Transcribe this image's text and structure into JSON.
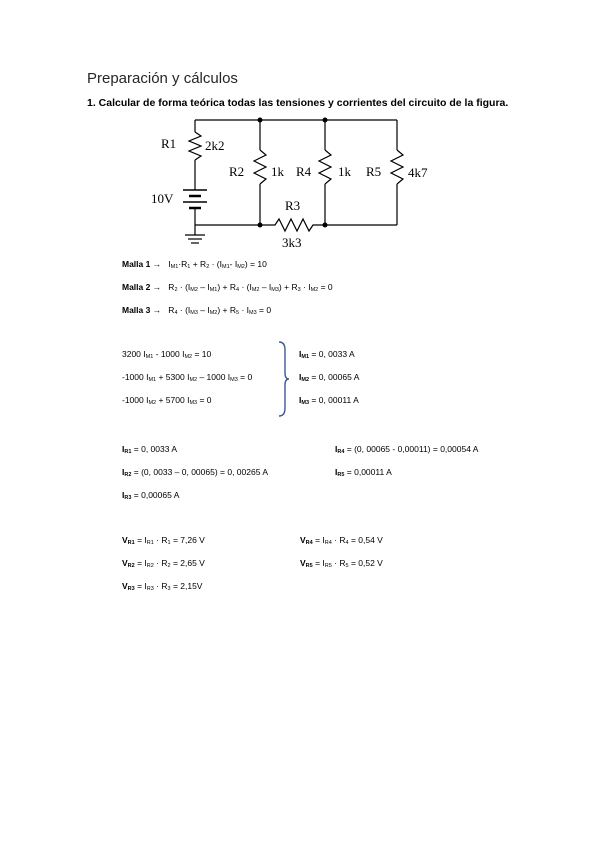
{
  "heading": "Preparación y cálculos",
  "question": "1. Calcular de forma teórica todas las tensiones y corrientes del circuito de la figura.",
  "circuit": {
    "labels": {
      "r1": "R1",
      "r1_value": "2k2",
      "r2": "R2",
      "r2_value": "1k",
      "r4": "R4",
      "r4_value": "1k",
      "r5": "R5",
      "r5_value": "4k7",
      "r3": "R3",
      "r3_value": "3k3",
      "source": "10V"
    }
  },
  "mesh_equations": [
    {
      "label": "Malla 1 →",
      "expr": ""
    },
    {
      "label": "Malla 2 →",
      "expr": ""
    },
    {
      "label": "Malla 3 →",
      "expr": ""
    }
  ],
  "system": {
    "eq1": "3200 I",
    "eq2": "-1000 I",
    "eq3": "-1000 I"
  },
  "results_currents_mesh": {
    "im1": "= 0, 0033 A",
    "im2": "= 0, 00065 A",
    "im3": "= 0, 00011 A"
  },
  "branch_currents": {
    "ir1": "= 0, 0033 A",
    "ir2": "= (0, 0033 – 0, 00065) = 0, 00265 A",
    "ir3": "= 0,00065 A",
    "ir4": "= (0, 00065 - 0,00011) = 0,00054 A",
    "ir5": "= 0,00011 A"
  },
  "voltages": {
    "vr1": "= 7,26 V",
    "vr2": "= 2,65 V",
    "vr3": "= 2,15V",
    "vr4": "= 0,54 V",
    "vr5": "= 0,52 V"
  }
}
